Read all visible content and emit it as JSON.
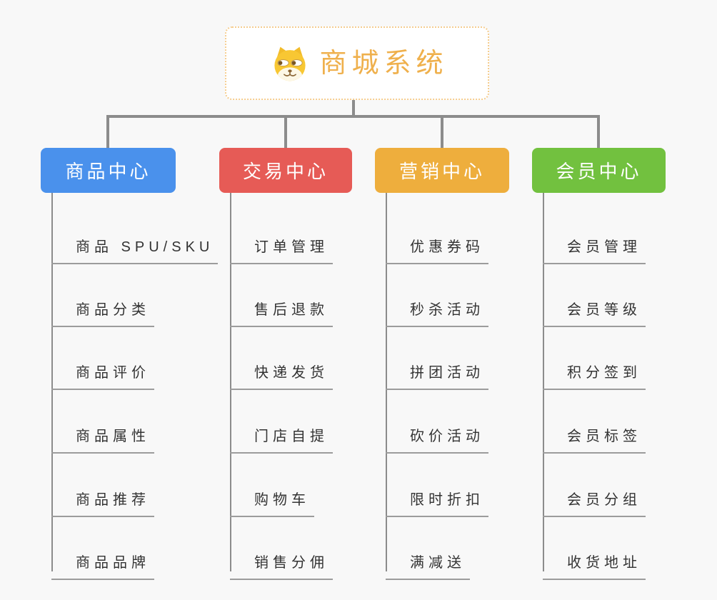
{
  "root": {
    "title": "商城系统",
    "icon": "dog-face-icon"
  },
  "branches": [
    {
      "label": "商品中心",
      "color": "#4a91ec",
      "items": [
        "商品 SPU/SKU",
        "商品分类",
        "商品评价",
        "商品属性",
        "商品推荐",
        "商品品牌"
      ]
    },
    {
      "label": "交易中心",
      "color": "#e65b56",
      "items": [
        "订单管理",
        "售后退款",
        "快递发货",
        "门店自提",
        "购物车",
        "销售分佣"
      ]
    },
    {
      "label": "营销中心",
      "color": "#eeae3d",
      "items": [
        "优惠券码",
        "秒杀活动",
        "拼团活动",
        "砍价活动",
        "限时折扣",
        "满减送"
      ]
    },
    {
      "label": "会员中心",
      "color": "#72c13f",
      "items": [
        "会员管理",
        "会员等级",
        "积分签到",
        "会员标签",
        "会员分组",
        "收货地址"
      ]
    }
  ],
  "colors": {
    "background": "#f8f8f8",
    "connector_line": "#8c8c8c",
    "leaf_underline": "#9c9c9c",
    "leaf_text": "#333333",
    "root_title_text": "#efb04c",
    "root_border": "#f5cd8f"
  }
}
